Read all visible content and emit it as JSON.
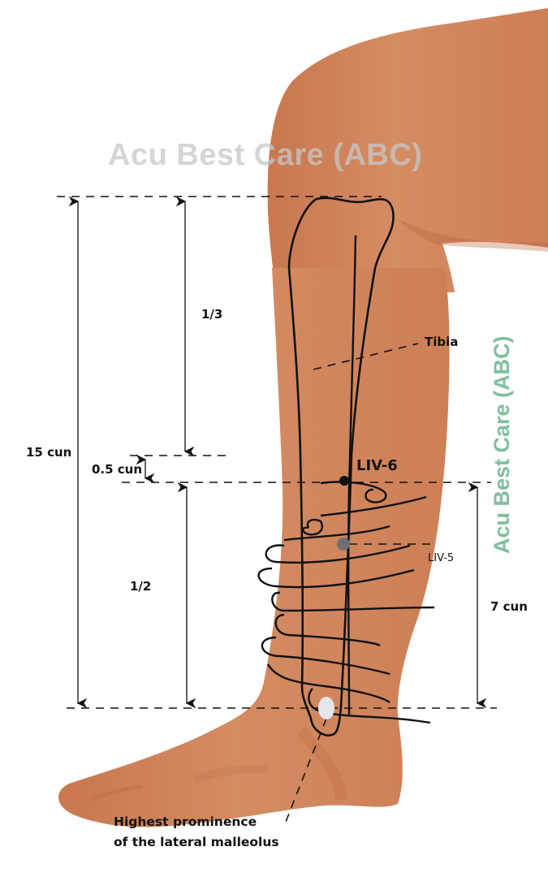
{
  "watermarks": {
    "top": "Acu Best Care (ABC)",
    "side": "Acu Best Care (ABC)",
    "top_color": "#c8c8c8",
    "side_color": "#7fbf9c"
  },
  "labels": {
    "total_length": "15 cun",
    "upper_fraction": "1/3",
    "gap": "0.5 cun",
    "lower_fraction": "1/2",
    "lower_length": "7 cun",
    "bone": "Tibia",
    "point_primary": "LIV-6",
    "point_secondary": "LIV-5",
    "landmark_line1": "Highest prominence",
    "landmark_line2": "of the lateral malleolus"
  },
  "colors": {
    "skin": "#d28a62",
    "skin_shadow": "#c0714a",
    "line": "#111111",
    "point_primary": "#111111",
    "point_secondary": "#6f6f73",
    "malleolus": "#e6e6ea"
  }
}
